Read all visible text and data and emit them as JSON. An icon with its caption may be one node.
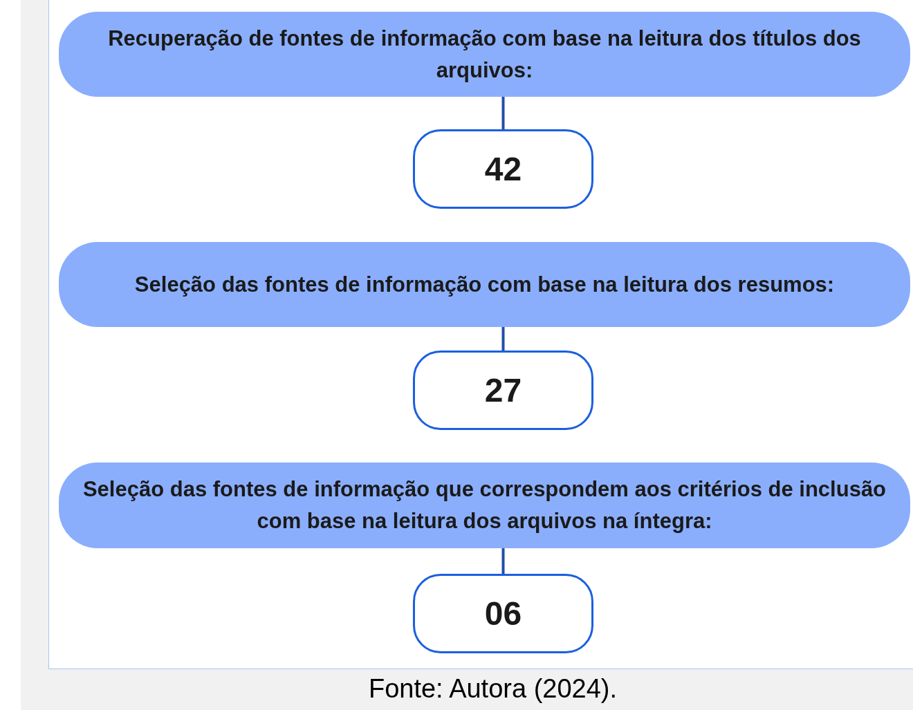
{
  "diagram": {
    "caption": "Fonte: Autora (2024).",
    "nodes": [
      {
        "text": [
          "Recuperação de fontes de informação com base na leitura dos títulos dos arquivos:"
        ]
      },
      {
        "text": [
          "42"
        ]
      },
      {
        "text": [
          "Seleção das fontes de informação com base na leitura dos resumos:"
        ]
      },
      {
        "text": [
          "27"
        ]
      },
      {
        "text": [
          "Seleção das fontes de informação que correspondem aos critérios de inclusão com base na leitura dos arquivos na íntegra:"
        ]
      },
      {
        "text": [
          "06"
        ]
      }
    ],
    "edges": [
      {
        "from": 0,
        "to": 1,
        "arrow": "none"
      },
      {
        "from": 2,
        "to": 3,
        "arrow": "none"
      },
      {
        "from": 4,
        "to": 5,
        "arrow": "none"
      }
    ]
  }
}
